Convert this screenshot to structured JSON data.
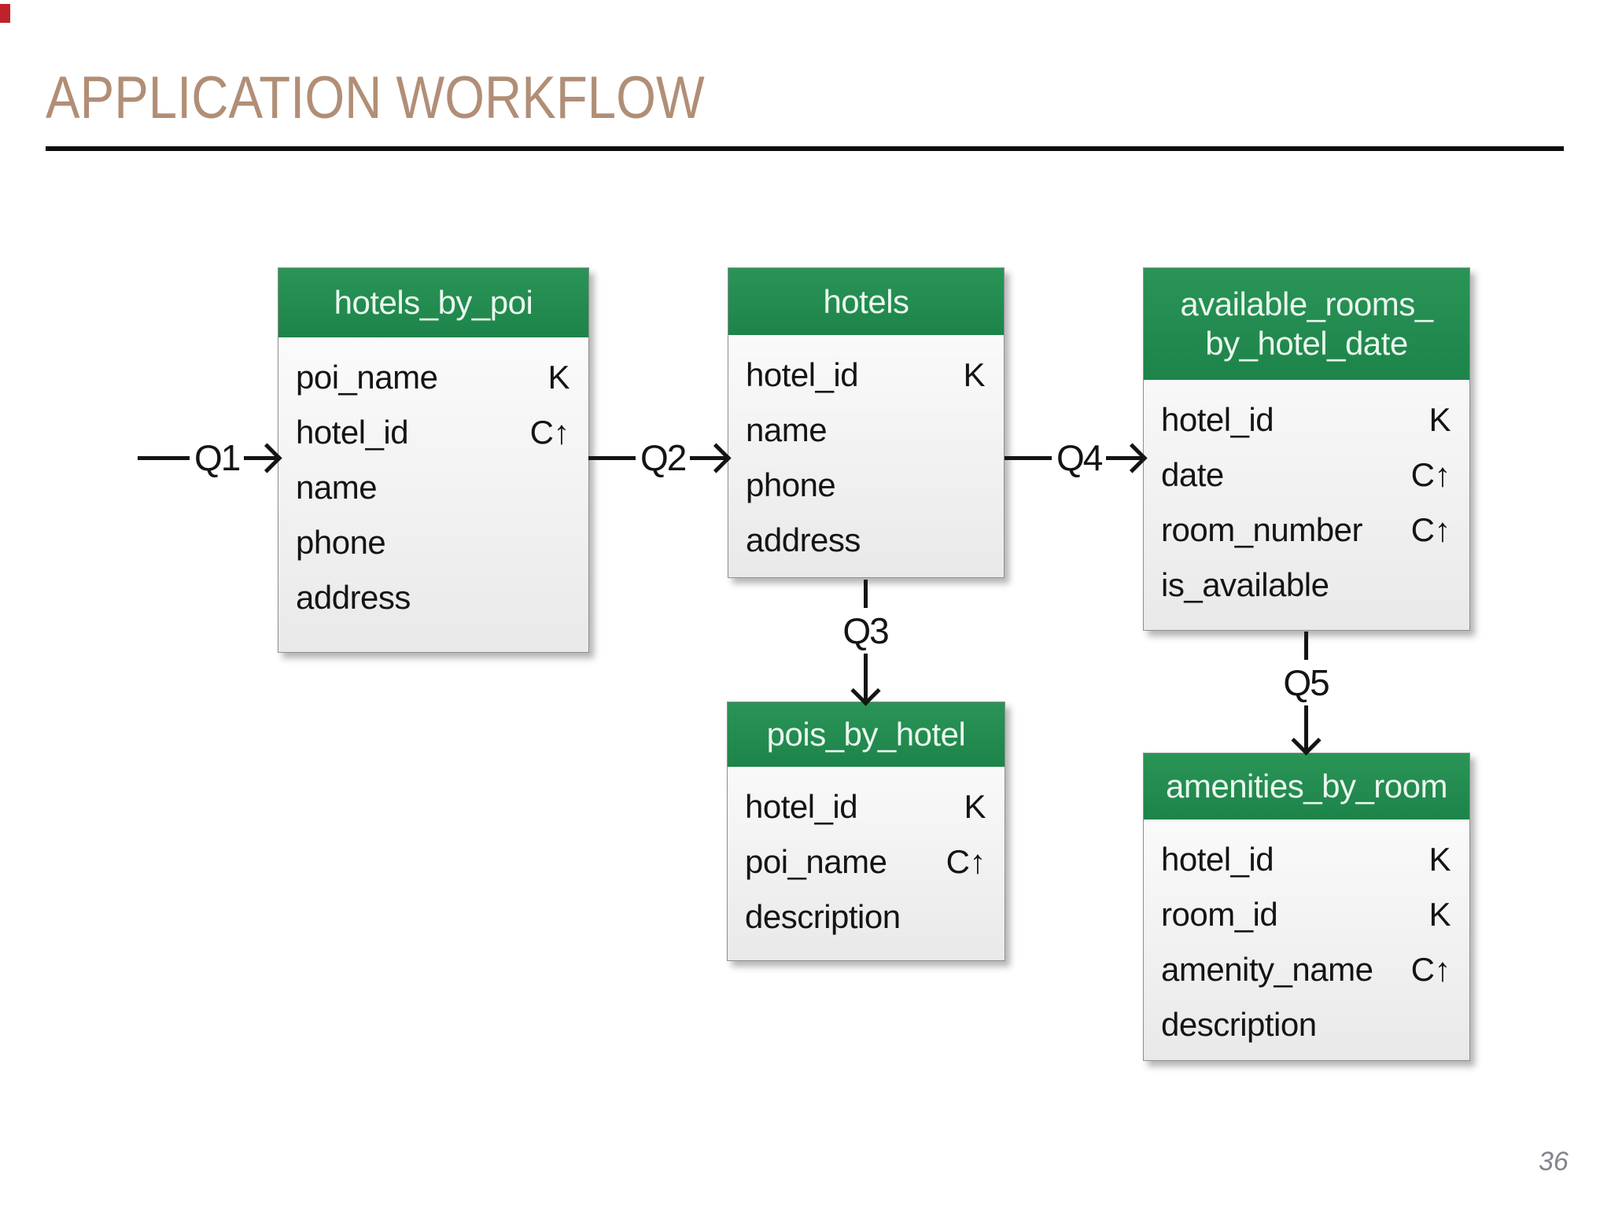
{
  "slide": {
    "title": "APPLICATION WORKFLOW",
    "page_number": "36"
  },
  "colors": {
    "header_green": "#1d8449",
    "title_tan": "#b18e76",
    "corner_red": "#c0222c"
  },
  "queries": {
    "q1": "Q1",
    "q2": "Q2",
    "q3": "Q3",
    "q4": "Q4",
    "q5": "Q5"
  },
  "tables": [
    {
      "name": "hotels_by_poi",
      "name_lines": [
        "hotels_by_poi"
      ],
      "fields": [
        {
          "name": "poi_name",
          "key": "K"
        },
        {
          "name": "hotel_id",
          "key": "C↑"
        },
        {
          "name": "name",
          "key": ""
        },
        {
          "name": "phone",
          "key": ""
        },
        {
          "name": "address",
          "key": ""
        }
      ]
    },
    {
      "name": "hotels",
      "name_lines": [
        "hotels"
      ],
      "fields": [
        {
          "name": "hotel_id",
          "key": "K"
        },
        {
          "name": "name",
          "key": ""
        },
        {
          "name": "phone",
          "key": ""
        },
        {
          "name": "address",
          "key": ""
        }
      ]
    },
    {
      "name": "available_rooms_by_hotel_date",
      "name_lines": [
        "available_rooms_",
        "by_hotel_date"
      ],
      "fields": [
        {
          "name": "hotel_id",
          "key": "K"
        },
        {
          "name": "date",
          "key": "C↑"
        },
        {
          "name": "room_number",
          "key": "C↑"
        },
        {
          "name": "is_available",
          "key": ""
        }
      ]
    },
    {
      "name": "pois_by_hotel",
      "name_lines": [
        "pois_by_hotel"
      ],
      "fields": [
        {
          "name": "hotel_id",
          "key": "K"
        },
        {
          "name": "poi_name",
          "key": "C↑"
        },
        {
          "name": "description",
          "key": ""
        }
      ]
    },
    {
      "name": "amenities_by_room",
      "name_lines": [
        "amenities_by_room"
      ],
      "fields": [
        {
          "name": "hotel_id",
          "key": "K"
        },
        {
          "name": "room_id",
          "key": "K"
        },
        {
          "name": "amenity_name",
          "key": "C↑"
        },
        {
          "name": "description",
          "key": ""
        }
      ]
    }
  ]
}
